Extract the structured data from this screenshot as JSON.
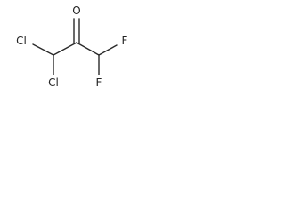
{
  "molecule": {
    "atoms": {
      "oxygen": "O",
      "chlorine_upper": "Cl",
      "chlorine_lower": "Cl",
      "fluorine_right": "F",
      "fluorine_lower": "F"
    }
  }
}
